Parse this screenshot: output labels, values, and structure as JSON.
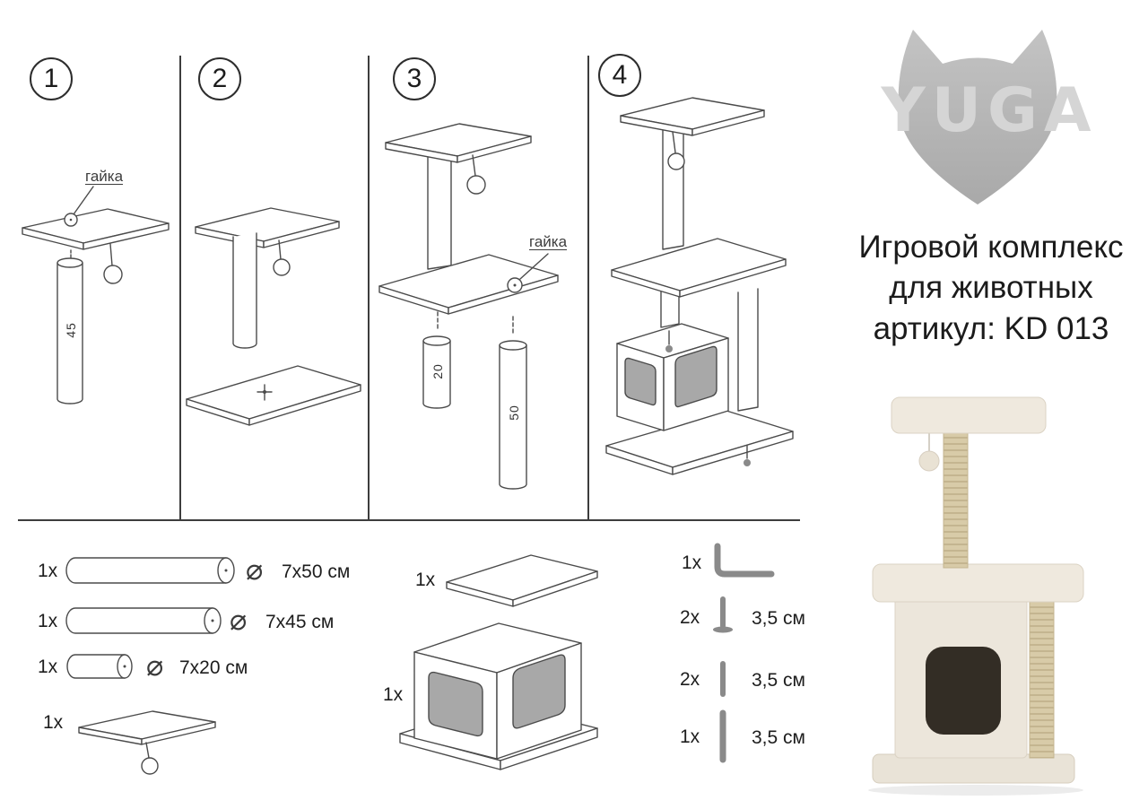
{
  "steps": {
    "step1": {
      "number": "1",
      "nut_label": "гайка",
      "post_length": "45"
    },
    "step2": {
      "number": "2"
    },
    "step3": {
      "number": "3",
      "nut_label": "гайка",
      "short_post_length": "20",
      "tall_post_length": "50"
    },
    "step4": {
      "number": "4"
    }
  },
  "parts_list": {
    "posts": [
      {
        "qty": "1x",
        "diameter": "⌀",
        "size": "7x50 см"
      },
      {
        "qty": "1x",
        "diameter": "⌀",
        "size": "7x45 см"
      },
      {
        "qty": "1x",
        "diameter": "⌀",
        "size": "7x20 см"
      }
    ],
    "platform_with_ball": {
      "qty": "1x"
    },
    "board": {
      "qty": "1x"
    },
    "house": {
      "qty": "1x"
    },
    "hardware": [
      {
        "qty": "1x"
      },
      {
        "qty": "2x",
        "label": "3,5 см"
      },
      {
        "qty": "2x",
        "label": "3,5 см"
      },
      {
        "qty": "1x",
        "label": "3,5 см"
      }
    ]
  },
  "icons": {
    "diameter": "⌀",
    "allen_key": "L-shape",
    "bolt_with_washer": "pin-shape",
    "bolt": "rod-shape"
  },
  "brand": {
    "name": "YUGA"
  },
  "product": {
    "title_line1": "Игровой комплекс",
    "title_line2": "для животных",
    "title_line3": "артикул: KD 013"
  },
  "colors": {
    "line": "#4b4b4b",
    "divider": "#3d3d3d",
    "opening_gray": "#a8a8a8",
    "hardware_gray": "#8a8a8a",
    "logo_gray": "#b5b5b5",
    "logo_text_gray": "#d5d5d5",
    "plush_cream": "#ece6da",
    "sisal_beige": "#d8cba8"
  }
}
